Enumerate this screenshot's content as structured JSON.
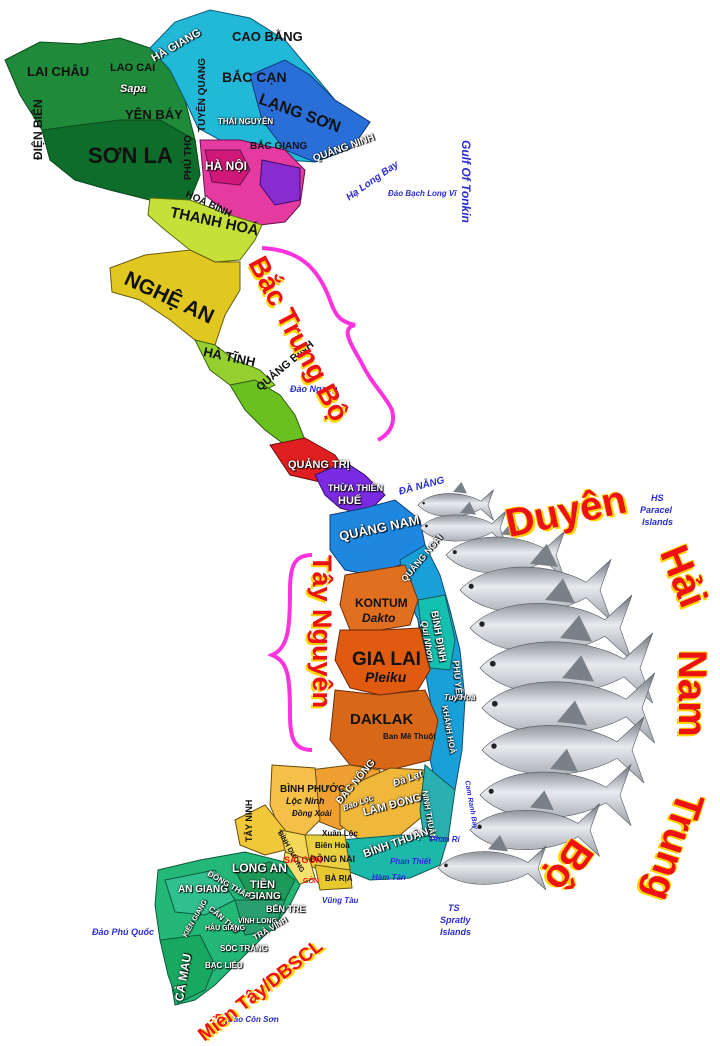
{
  "provinces_north": {
    "lai_chau": "LAI CHÂU",
    "lao_cai": "LAO CAI",
    "sapa": "Sapa",
    "yen_bay": "YÊN BÁY",
    "dien_bien": "ĐIỆN BIÊN",
    "son_la": "SƠN LA",
    "ha_giang": "HÀ GIANG",
    "cao_bang": "CAO BẰNG",
    "bac_can": "BẮC CẠN",
    "tuyen_quang": "TUYÊN QUANG",
    "lang_son": "LẠNG SƠN",
    "thai_nguyen": "THÁI NGUYÊN",
    "phu_tho": "PHÚ THỌ",
    "bac_giang": "BẮC GIANG",
    "quang_ninh": "QUẢNG NINH",
    "ha_noi": "HÀ NỘI",
    "hoa_binh": "HOÀ BÌNH",
    "thanh_hoa": "THANH HOÁ",
    "nghe_an": "NGHỆ AN",
    "ha_tinh": "HÀ TĨNH",
    "quang_binh": "QUẢNG BÌNH",
    "quang_tri": "QUẢNG TRỊ",
    "thua_thien": "THỪA THIÊN",
    "hue": "HUẾ"
  },
  "provinces_central": {
    "da_nang": "ĐÀ NẴNG",
    "quang_nam": "QUẢNG NAM",
    "quang_ngai": "QUẢNG NGÃI",
    "binh_dinh": "BÌNH ĐỊNH",
    "qui_nhon": "Qui Nhơn",
    "phu_yen": "PHÚ YÊN",
    "tuy_hoa": "Tuy Hoà",
    "khanh_hoa": "KHÁNH HOÀ",
    "kontum": "KONTUM",
    "dakto": "Dakto",
    "gia_lai": "GIA LAI",
    "pleiku": "Pleiku",
    "daklak": "DAKLAK",
    "ban_me_thuot": "Ban Mê Thuột",
    "dac_nong": "ĐẮC NÔNG",
    "lam_dong": "LÂM ĐỒNG",
    "da_lat": "Đà Lạt",
    "bao_loc": "Bảo Lộc",
    "ninh_thuan": "NINH THUẬN",
    "binh_thuan": "BÌNH THUẬN",
    "phan_ri": "Phan Rí",
    "phan_thiet": "Phan Thiết",
    "ham_tan": "Hàm Tân",
    "cam_ranh_bay": "Cam Ranh Bay"
  },
  "provinces_south": {
    "binh_phuoc": "BÌNH PHƯỚC",
    "loc_ninh": "Lộc Ninh",
    "dong_xoai": "Đồng Xoài",
    "tay_ninh": "TÂY NINH",
    "binh_duong": "BÌNH DƯƠNG",
    "xuan_loc": "Xuân Lộc",
    "bien_hoa": "Biên Hoà",
    "dong_nai": "ĐỒNG NAI",
    "sai_gon": "SÀI GÒN",
    "gon": "GÒN",
    "ba_ria": "BÀ RỊA",
    "vung_tau": "Vũng Tàu",
    "long_an": "LONG AN",
    "tien": "TIỀN",
    "giang": "GIANG",
    "ben_tre": "BẾN TRE",
    "an_giang": "AN GIANG",
    "dong_thap": "ĐỒNG THÁP",
    "can_tho": "CẦN THƠ",
    "vinh_long": "VĨNH LONG",
    "tra_vinh": "TRÀ VINH",
    "hau_giang": "HẬU GIANG",
    "soc_trang": "SÓC TRĂNG",
    "bac_lieu": "BẠC LIÊU",
    "ca_mau": "CÀ MAU",
    "kien_giang": "KIÊN GIANG"
  },
  "sea_labels": {
    "gulf": "Gulf Of Tonkin",
    "ha_long_bay": "Hạ Long Bay",
    "bach_long_vi": "Đảo Bạch Long Vĩ",
    "dao_ngang": "Đảo Ngang",
    "hs": "HS",
    "paracel": "Paracel",
    "islands1": "Islands",
    "ts": "TS",
    "spratly": "Spratly",
    "islands2": "Islands",
    "phu_quoc": "Đảo Phú Quốc",
    "con_son": "Đảo Côn Sơn"
  },
  "regions": {
    "bac_trung_bo": "Bắc Trung Bộ",
    "tay_nguyen": "Tây Nguyên",
    "mien_tay": "Miền Tây/DBSCL",
    "duyen_hai_words": [
      "Duyên",
      "Hải",
      "Nam",
      "Trung",
      "Bộ"
    ]
  },
  "colors": {
    "bracket": "#ff33dd",
    "title_red": "#ee1111",
    "title_yellow": "#ffd400",
    "sea_text": "#2b2bd6",
    "fish_body": "#b8bcc2"
  },
  "fish": {
    "count": 11
  }
}
